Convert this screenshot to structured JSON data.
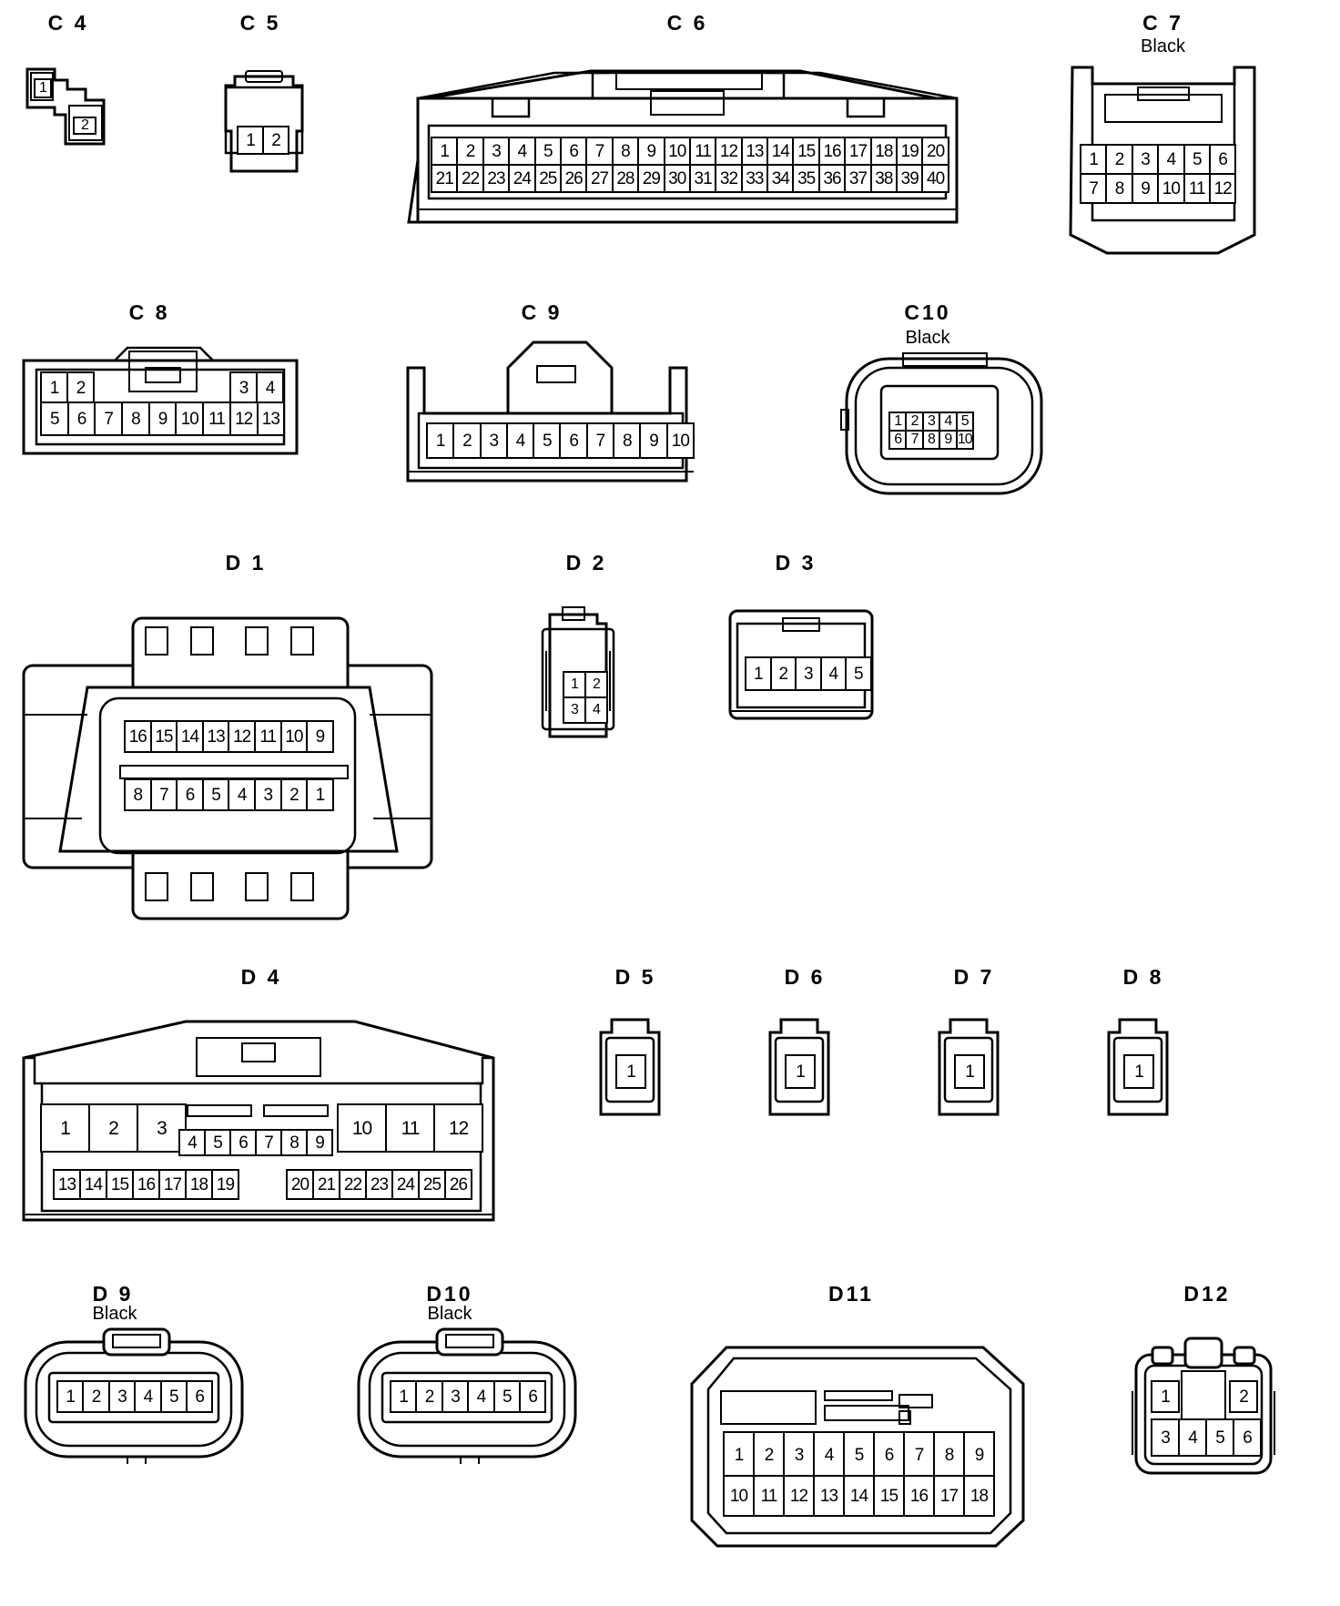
{
  "connectors": {
    "c4": {
      "label": "C 4",
      "pins": [
        "1",
        "2"
      ]
    },
    "c5": {
      "label": "C 5",
      "pins": [
        "1",
        "2"
      ]
    },
    "c6": {
      "label": "C 6",
      "pins": [
        "1",
        "2",
        "3",
        "4",
        "5",
        "6",
        "7",
        "8",
        "9",
        "10",
        "11",
        "12",
        "13",
        "14",
        "15",
        "16",
        "17",
        "18",
        "19",
        "20",
        "21",
        "22",
        "23",
        "24",
        "25",
        "26",
        "27",
        "28",
        "29",
        "30",
        "31",
        "32",
        "33",
        "34",
        "35",
        "36",
        "37",
        "38",
        "39",
        "40"
      ]
    },
    "c7": {
      "label": "C 7",
      "color": "Black",
      "pins": [
        "1",
        "2",
        "3",
        "4",
        "5",
        "6",
        "7",
        "8",
        "9",
        "10",
        "11",
        "12"
      ]
    },
    "c8": {
      "label": "C 8",
      "pins": [
        "1",
        "2",
        "3",
        "4",
        "5",
        "6",
        "7",
        "8",
        "9",
        "10",
        "11",
        "12",
        "13"
      ]
    },
    "c9": {
      "label": "C 9",
      "color": "Black",
      "pins": [
        "1",
        "2",
        "3",
        "4",
        "5",
        "6",
        "7",
        "8",
        "9",
        "10"
      ]
    },
    "c10": {
      "label": "C10",
      "color": "Black",
      "pins": [
        "1",
        "2",
        "3",
        "4",
        "5",
        "6",
        "7",
        "8",
        "9",
        "10"
      ]
    },
    "d1": {
      "label": "D 1",
      "pins": [
        "16",
        "15",
        "14",
        "13",
        "12",
        "11",
        "10",
        "9",
        "8",
        "7",
        "6",
        "5",
        "4",
        "3",
        "2",
        "1"
      ]
    },
    "d2": {
      "label": "D 2",
      "pins": [
        "1",
        "2",
        "3",
        "4"
      ]
    },
    "d3": {
      "label": "D 3",
      "pins": [
        "1",
        "2",
        "3",
        "4",
        "5"
      ]
    },
    "d4": {
      "label": "D 4",
      "pins": [
        "1",
        "2",
        "3",
        "4",
        "5",
        "6",
        "7",
        "8",
        "9",
        "10",
        "11",
        "12",
        "13",
        "14",
        "15",
        "16",
        "17",
        "18",
        "19",
        "20",
        "21",
        "22",
        "23",
        "24",
        "25",
        "26"
      ]
    },
    "d5": {
      "label": "D 5",
      "pins": [
        "1"
      ]
    },
    "d6": {
      "label": "D 6",
      "pins": [
        "1"
      ]
    },
    "d7": {
      "label": "D 7",
      "pins": [
        "1"
      ]
    },
    "d8": {
      "label": "D 8",
      "pins": [
        "1"
      ]
    },
    "d9": {
      "label": "D 9",
      "color": "Black",
      "pins": [
        "1",
        "2",
        "3",
        "4",
        "5",
        "6"
      ]
    },
    "d10": {
      "label": "D10",
      "color": "Black",
      "pins": [
        "1",
        "2",
        "3",
        "4",
        "5",
        "6"
      ]
    },
    "d11": {
      "label": "D11",
      "pins": [
        "1",
        "2",
        "3",
        "4",
        "5",
        "6",
        "7",
        "8",
        "9",
        "10",
        "11",
        "12",
        "13",
        "14",
        "15",
        "16",
        "17",
        "18"
      ]
    },
    "d12": {
      "label": "D12",
      "pins": [
        "1",
        "2",
        "3",
        "4",
        "5",
        "6"
      ]
    }
  }
}
